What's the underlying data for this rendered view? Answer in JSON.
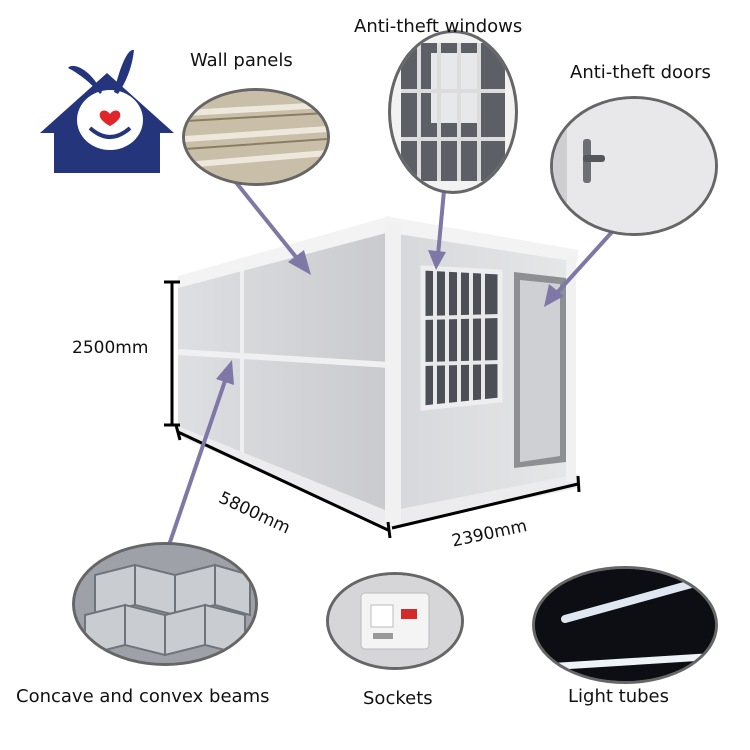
{
  "labels": {
    "wall_panels": "Wall panels",
    "anti_theft_windows": "Anti-theft windows",
    "anti_theft_doors": "Anti-theft doors",
    "concave_convex_beams": "Concave and convex beams",
    "sockets": "Sockets",
    "light_tubes": "Light tubes"
  },
  "dimensions": {
    "height": "2500mm",
    "length": "5800mm",
    "width": "2390mm"
  },
  "colors": {
    "logo_blue": "#24357c",
    "logo_heart": "#e0262b",
    "arrow": "#7f77a6",
    "panel": "#d8d8da",
    "frame": "#eeeeef"
  },
  "icons": {
    "logo": "house-with-bunny-heart-logo",
    "pointer": "arrow-icon"
  }
}
